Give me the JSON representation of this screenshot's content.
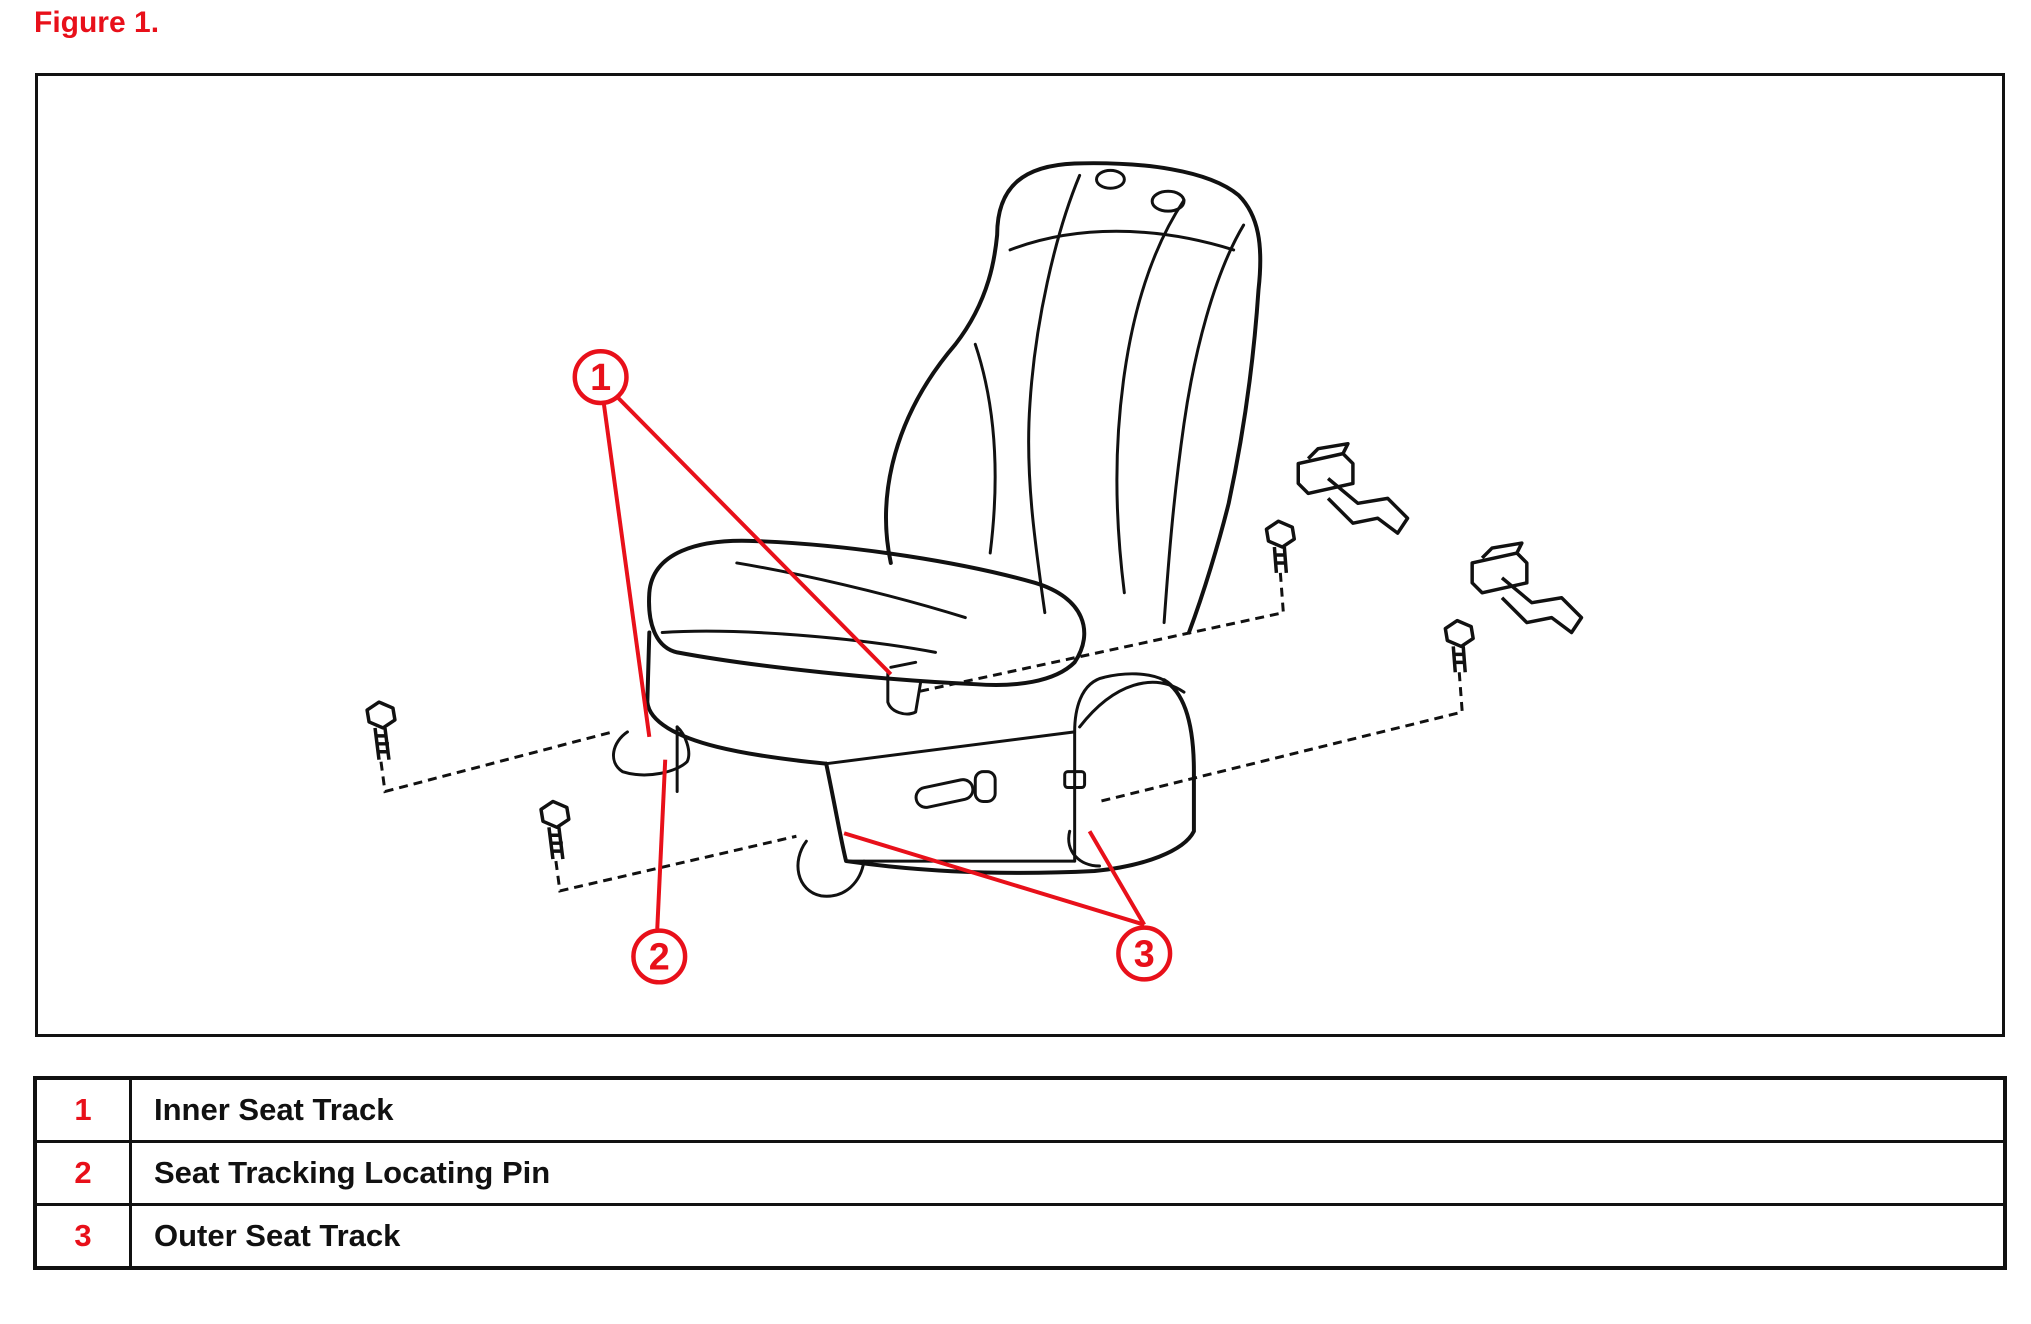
{
  "figure": {
    "title": "Figure 1."
  },
  "diagram": {
    "subject-icon": "seat-assembly-icon",
    "callouts": [
      {
        "number": "1"
      },
      {
        "number": "2"
      },
      {
        "number": "3"
      }
    ],
    "colors": {
      "accent": "#e8101a",
      "linework": "#111111",
      "background": "#ffffff"
    }
  },
  "legend": {
    "rows": [
      {
        "number": "1",
        "label": "Inner Seat Track"
      },
      {
        "number": "2",
        "label": "Seat Tracking Locating Pin"
      },
      {
        "number": "3",
        "label": "Outer Seat Track"
      }
    ]
  }
}
